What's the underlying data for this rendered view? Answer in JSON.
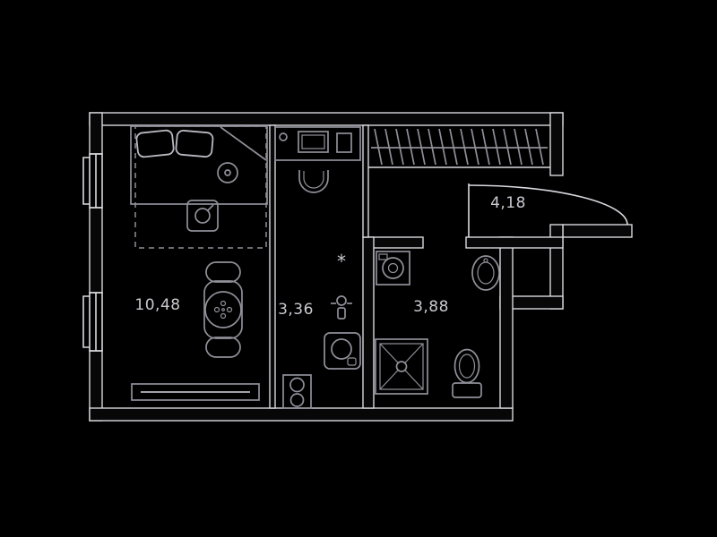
{
  "colors": {
    "background": "#000000",
    "wall_fill": "#070707",
    "wall_stroke": "#d9d9df",
    "furniture_stroke": "#90909a",
    "furniture_bright": "#b9b9c2",
    "text": "#c9c9d0"
  },
  "rooms": [
    {
      "name": "living-room",
      "area_label": "10,48"
    },
    {
      "name": "kitchen",
      "area_label": "3,36"
    },
    {
      "name": "bathroom",
      "area_label": "3,88"
    },
    {
      "name": "hallway",
      "area_label": "4,18"
    }
  ],
  "markers": {
    "note_asterisk": "*"
  },
  "fixtures": [
    "double-bed",
    "pillows",
    "blanket-fold",
    "nightstand-lamp",
    "sleeping-zone-dashed-boundary",
    "zone-icon",
    "desk",
    "monitor",
    "desk-mug",
    "desk-chair",
    "wardrobe-hangers",
    "wardrobe-rail",
    "entry-door-leaf",
    "entry-door-swing-arc",
    "window-left-upper",
    "window-left-lower",
    "dining-table",
    "dining-chairs",
    "tv-console",
    "kitchen-tap",
    "kitchen-sink",
    "cooktop-two-burners",
    "washing-machine",
    "bathroom-sink",
    "shower-cabin",
    "toilet",
    "ventilation-shaft"
  ]
}
